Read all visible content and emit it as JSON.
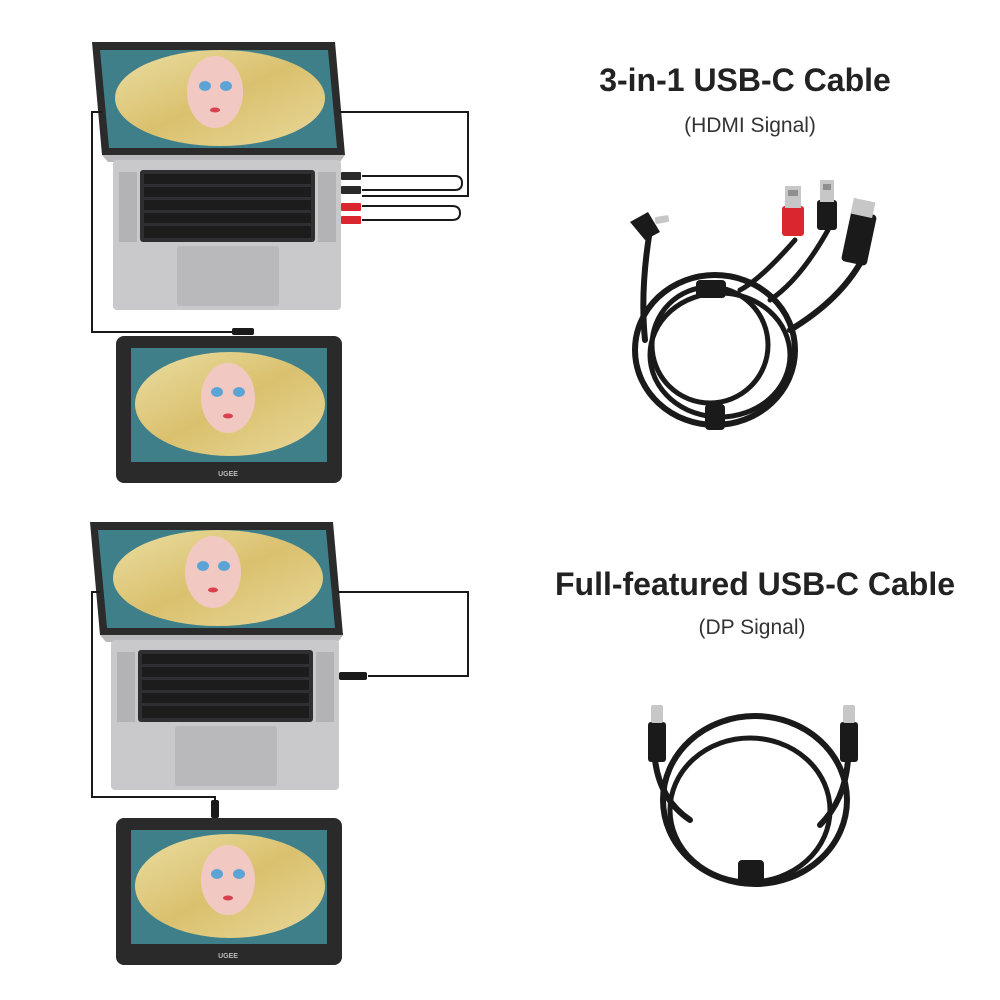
{
  "sections": [
    {
      "title": "3-in-1 USB-C Cable",
      "subtitle": "(HDMI Signal)",
      "tablet_brand": "UGEE"
    },
    {
      "title": "Full-featured USB-C Cable",
      "subtitle": "(DP Signal)",
      "tablet_brand": "UGEE"
    }
  ],
  "colors": {
    "cable": "#1a1a1a",
    "usb_red": "#d9262f",
    "laptop_body": "#c9c9cb",
    "laptop_bezel": "#2b2b2b",
    "tablet_body": "#2a2a2a",
    "screen_art_bg": "#3f7f8a",
    "screen_art_hair": "#e9d38a",
    "screen_art_face": "#f2c9c2"
  },
  "icons": [
    "laptop-icon",
    "pen-tablet-icon",
    "usb-c-plug-icon",
    "usb-a-plug-icon",
    "hdmi-plug-icon",
    "cable-coil-icon"
  ]
}
